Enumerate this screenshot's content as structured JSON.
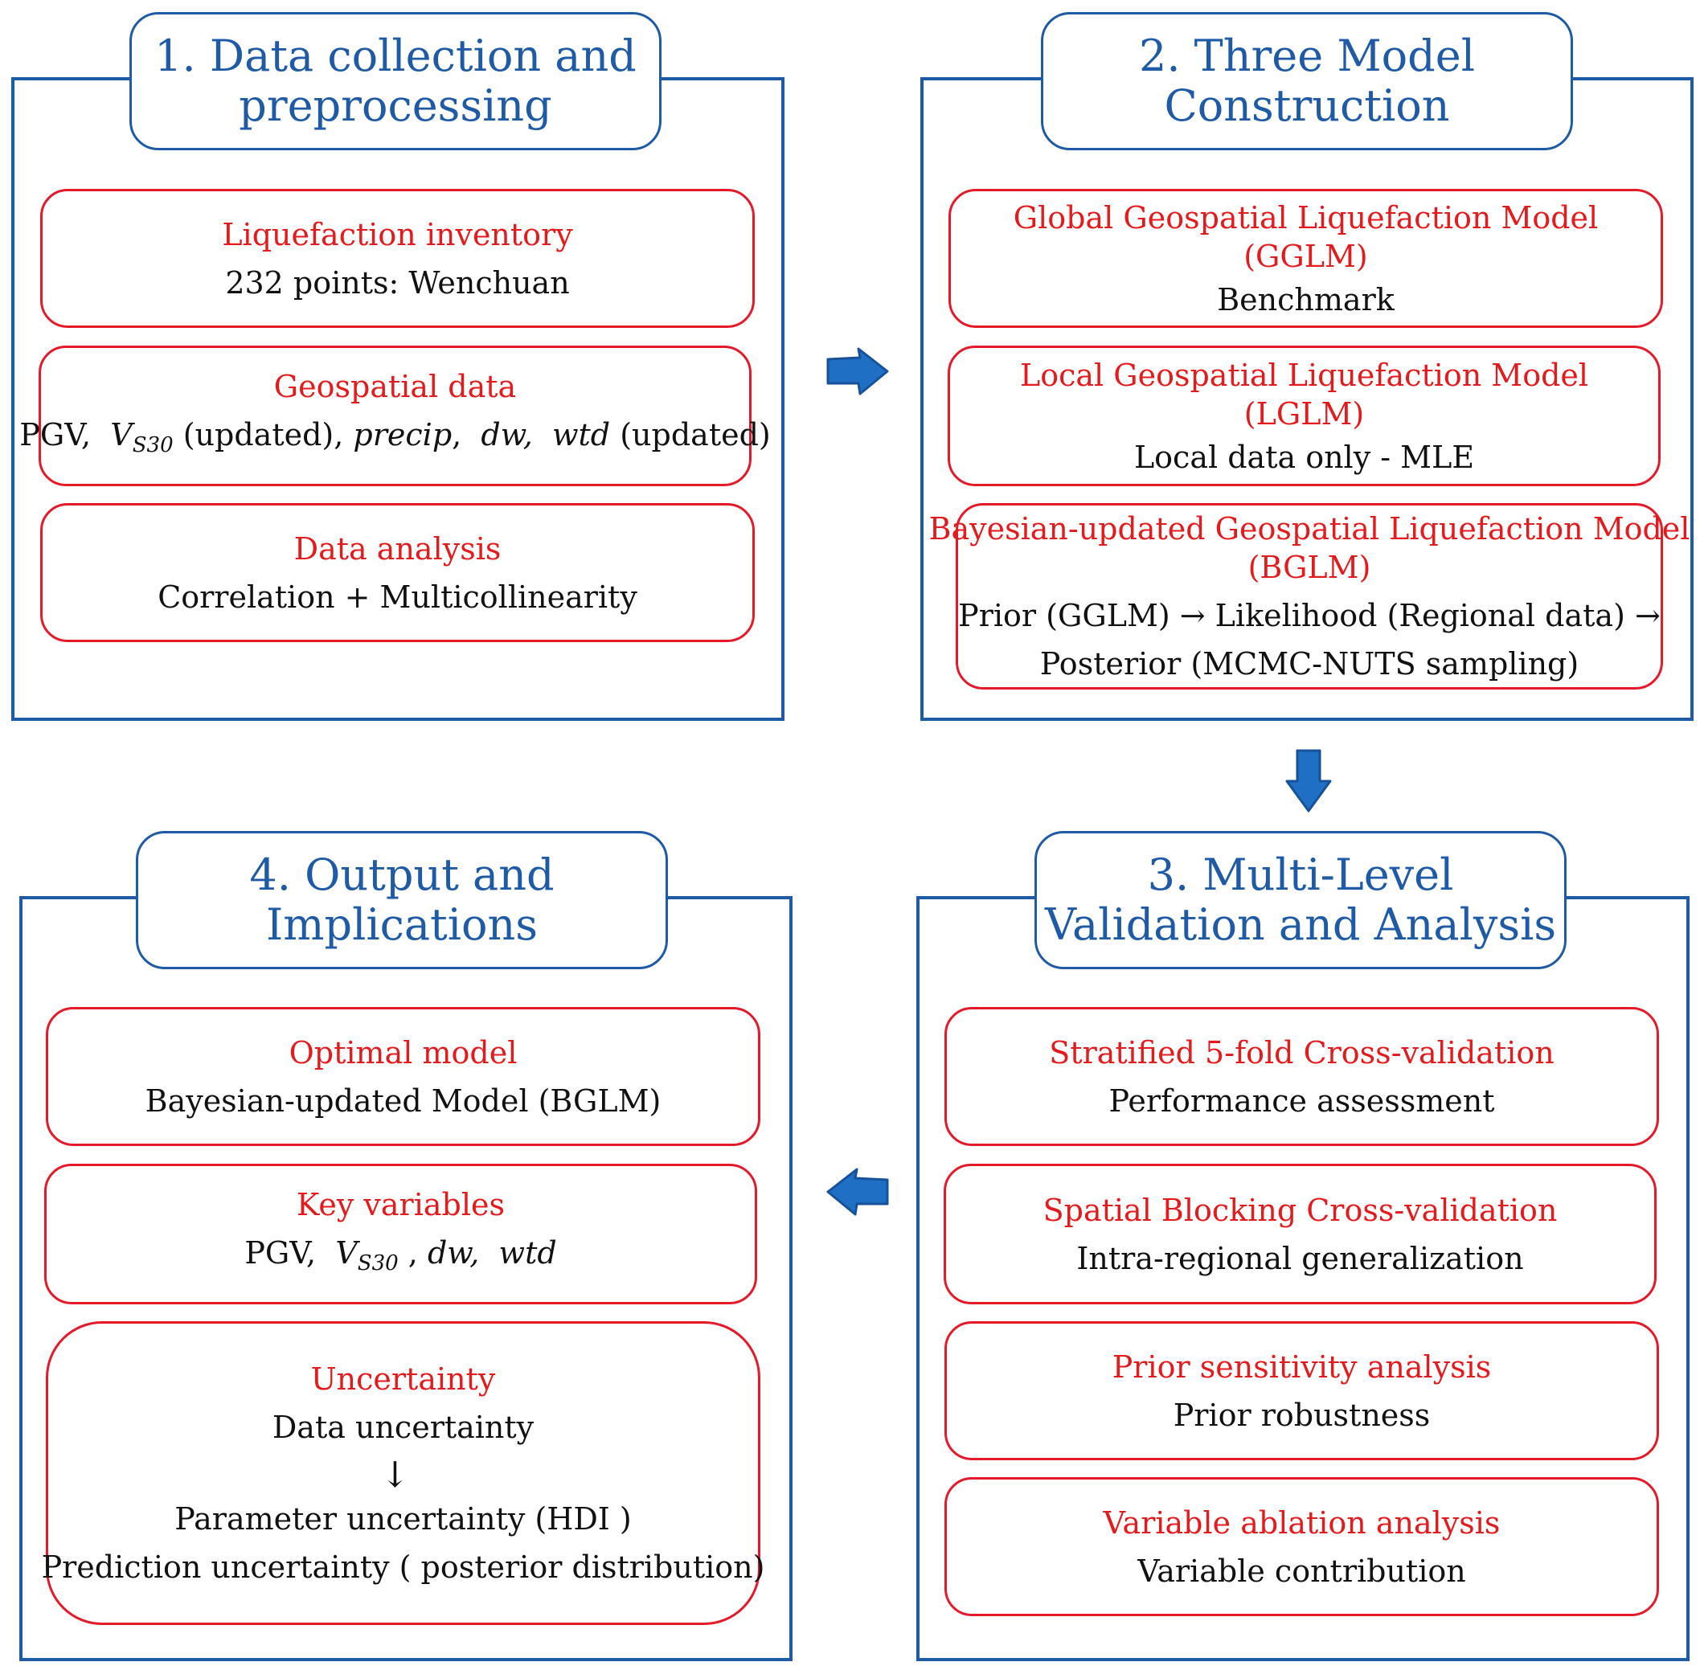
{
  "panel1": {
    "title_line1": "1. Data collection and",
    "title_line2": "preprocessing",
    "box1": {
      "heading": "Liquefaction inventory",
      "text": "232 points: Wenchuan"
    },
    "box2": {
      "heading": "Geospatial data",
      "pgv": "PGV,",
      "vs_base": "V",
      "vs_sub": "S30",
      "vs_note": "(updated),",
      "precip": "precip",
      "dw": "dw,",
      "wtd": "wtd",
      "wtd_note": "(updated)"
    },
    "box3": {
      "heading": "Data analysis",
      "text": "Correlation  +  Multicollinearity"
    }
  },
  "panel2": {
    "title_line1": "2. Three Model",
    "title_line2": "Construction",
    "box1": {
      "heading_line1": "Global Geospatial Liquefaction Model",
      "heading_line2": "(GGLM)",
      "text": "Benchmark"
    },
    "box2": {
      "heading_line1": "Local Geospatial Liquefaction Model",
      "heading_line2": "(LGLM)",
      "text": "Local data only - MLE"
    },
    "box3": {
      "heading_line1": "Bayesian-updated Geospatial Liquefaction Model",
      "heading_line2": "(BGLM)",
      "text_line1": "Prior (GGLM) → Likelihood (Regional data) →",
      "text_line2": "Posterior (MCMC-NUTS sampling)"
    }
  },
  "panel3": {
    "title_line1": "3. Multi-Level",
    "title_line2": "Validation and Analysis",
    "box1": {
      "heading": "Stratified 5-fold Cross-validation",
      "text": "Performance assessment"
    },
    "box2": {
      "heading": "Spatial Blocking Cross-validation",
      "text": "Intra-regional generalization"
    },
    "box3": {
      "heading": "Prior sensitivity analysis",
      "text": "Prior robustness"
    },
    "box4": {
      "heading": "Variable ablation analysis",
      "text": "Variable contribution"
    }
  },
  "panel4": {
    "title_line1": "4. Output and",
    "title_line2": "Implications",
    "box1": {
      "heading": "Optimal model",
      "text": "Bayesian-updated Model (BGLM)"
    },
    "box2": {
      "heading": "Key variables",
      "pgv": "PGV,",
      "vs_base": "V",
      "vs_sub": "S30",
      "comma": ",",
      "dw": "dw,",
      "wtd": "wtd"
    },
    "box3": {
      "heading": "Uncertainty",
      "line1": "Data uncertainty",
      "arrow": "↓",
      "line2": "Parameter uncertainty (HDI )",
      "line3": "Prediction uncertainty ( posterior distribution)"
    }
  },
  "colors": {
    "panel_border": "#1f5aa6",
    "title_text": "#1f5aa6",
    "box_border": "#e41a2a",
    "heading_text": "#e41a1c",
    "arrow_fill": "#1f6fc4"
  },
  "icons": {
    "arrows": [
      "right-arrow-icon",
      "down-arrow-icon",
      "left-arrow-icon"
    ]
  }
}
